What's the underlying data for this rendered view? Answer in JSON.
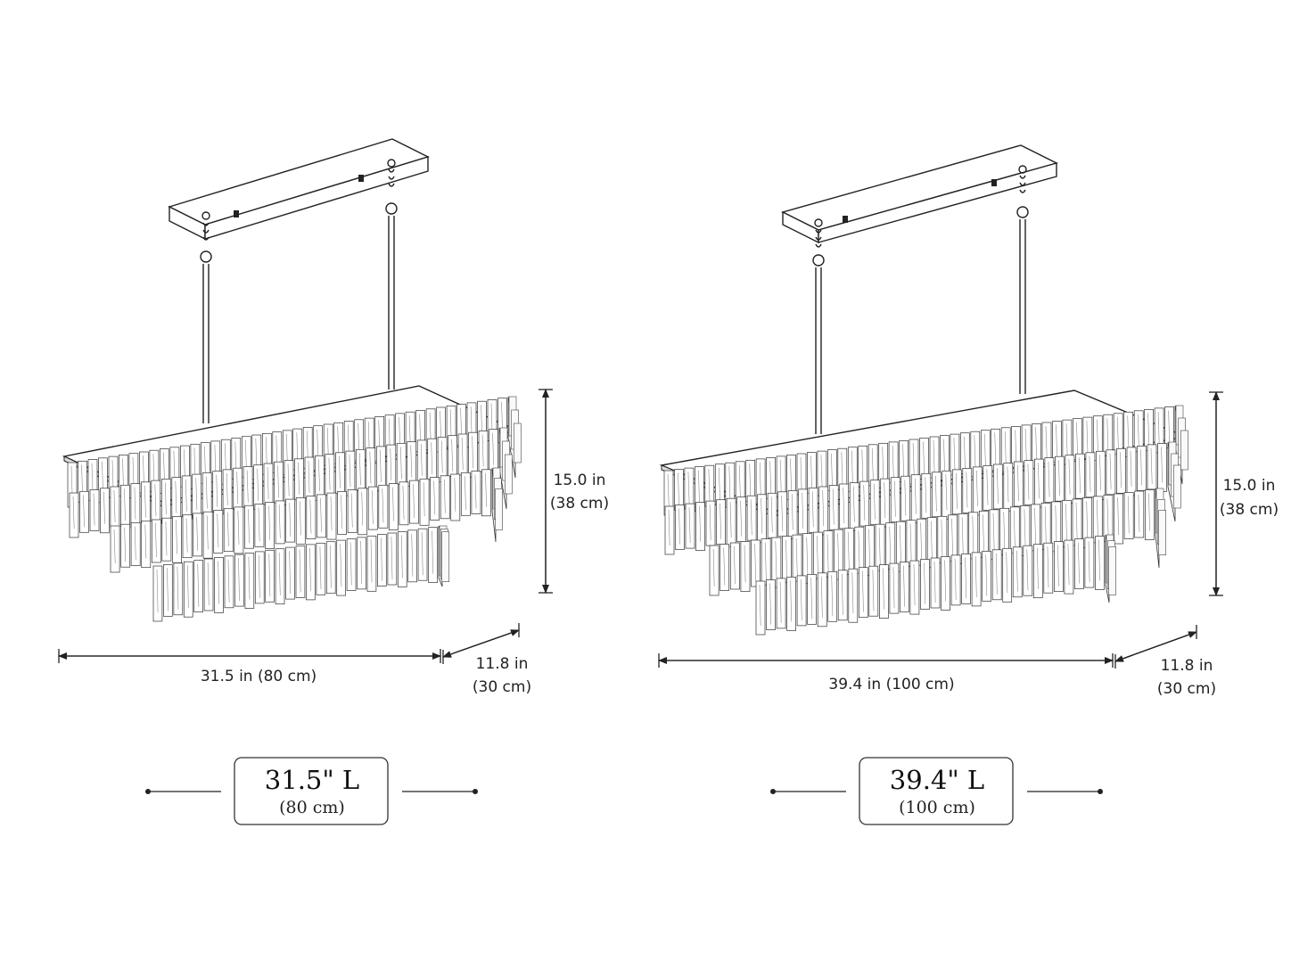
{
  "fixtures": [
    {
      "height_in": "15.0 in",
      "height_cm": "(38 cm)",
      "length_label": "31.5 in (80 cm)",
      "depth_in": "11.8 in",
      "depth_cm": "(30 cm)",
      "badge_title": "31.5\" L",
      "badge_sub": "(80 cm)"
    },
    {
      "height_in": "15.0 in",
      "height_cm": "(38 cm)",
      "length_label": "39.4 in (100 cm)",
      "depth_in": "11.8 in",
      "depth_cm": "(30 cm)",
      "badge_title": "39.4\" L",
      "badge_sub": "(100 cm)"
    }
  ]
}
